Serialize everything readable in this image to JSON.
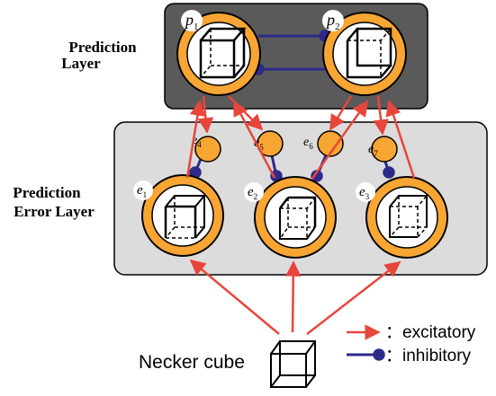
{
  "layers": {
    "prediction": {
      "line1": "Prediction",
      "line2": "Layer"
    },
    "error": {
      "line1": "Prediction",
      "line2": "Error Layer"
    }
  },
  "nodes": {
    "p1": {
      "base": "p",
      "sub": "1"
    },
    "p2": {
      "base": "p",
      "sub": "2"
    },
    "e1": {
      "base": "e",
      "sub": "1"
    },
    "e2": {
      "base": "e",
      "sub": "2"
    },
    "e3": {
      "base": "e",
      "sub": "3"
    },
    "e4": {
      "base": "e",
      "sub": "4"
    },
    "e5": {
      "base": "e",
      "sub": "5"
    },
    "e6": {
      "base": "e",
      "sub": "6"
    },
    "e7": {
      "base": "e",
      "sub": "7"
    }
  },
  "input": {
    "label": "Necker cube"
  },
  "legend": {
    "excitatory": {
      "text": "：excitatory",
      "color": "#e8463c"
    },
    "inhibitory": {
      "text": "：inhibitory",
      "color": "#2e2a8a"
    }
  },
  "colors": {
    "node_fill": "#f7a533",
    "prediction_panel": "#5a5a5a",
    "error_panel": "#dcdcdc"
  }
}
